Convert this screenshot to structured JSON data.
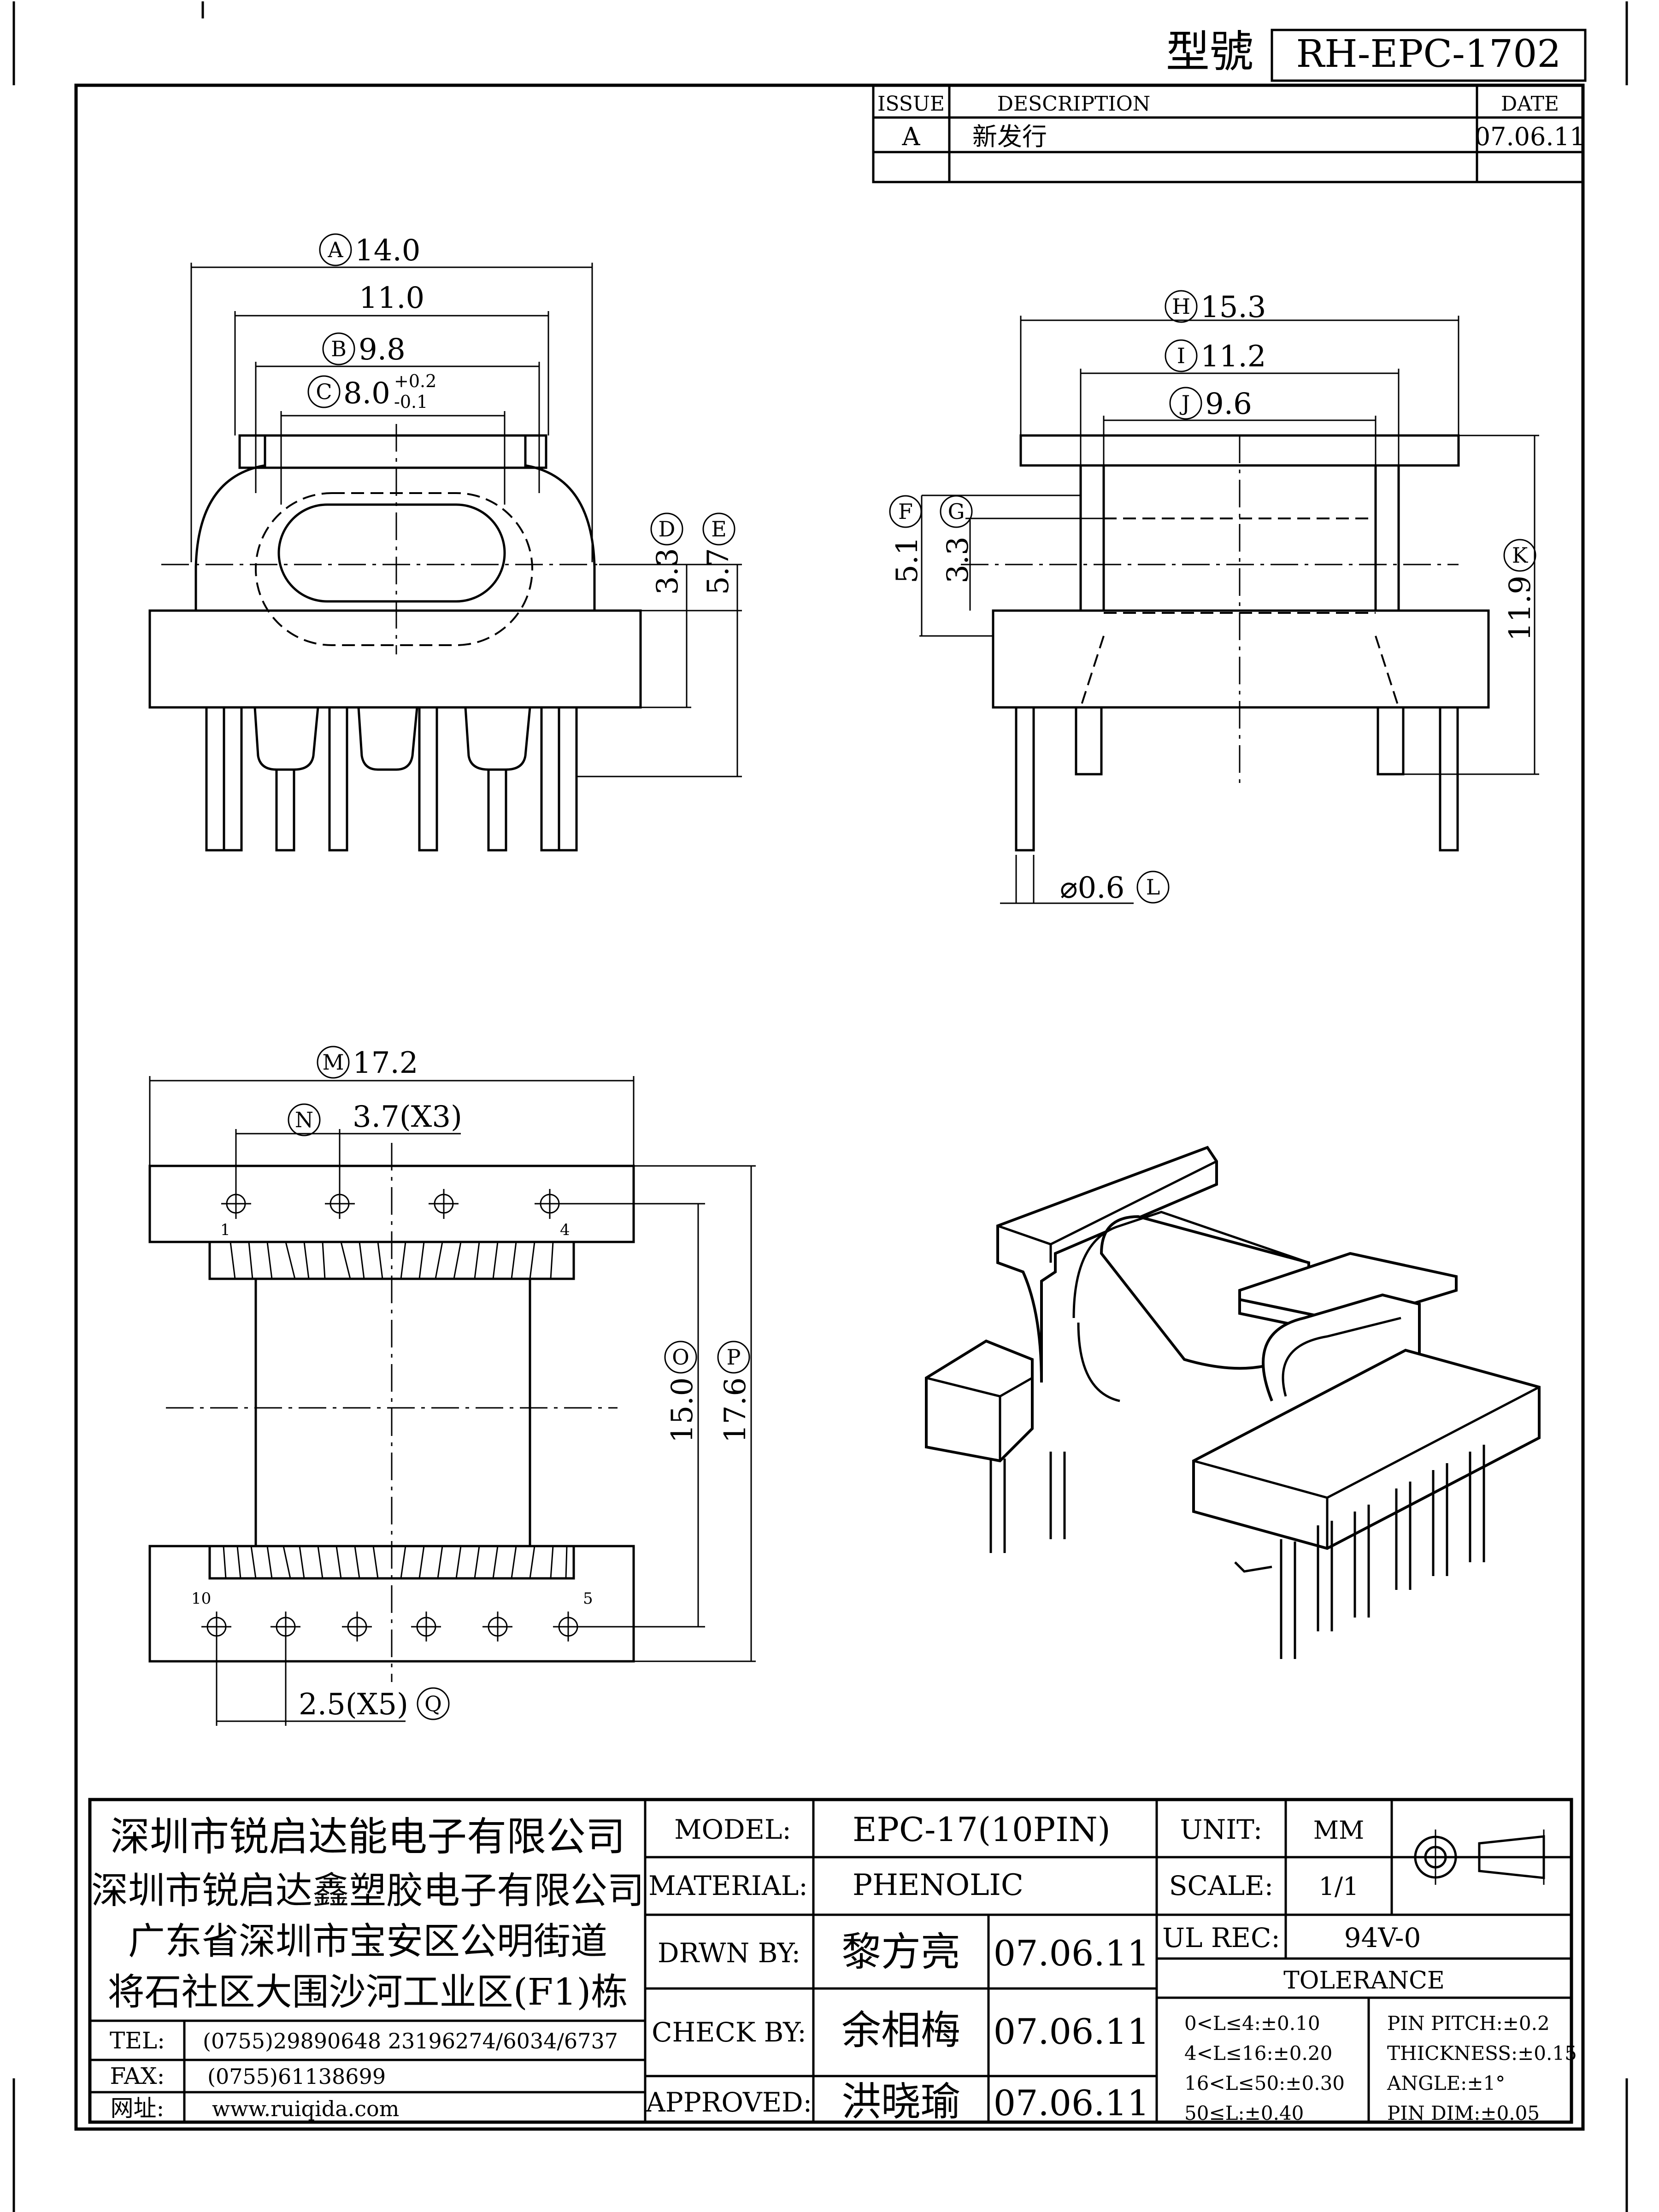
{
  "header": {
    "model_label": "型號",
    "model_number": "RH-EPC-1702"
  },
  "revision_table": {
    "headers": [
      "ISSUE",
      "DESCRIPTION",
      "DATE"
    ],
    "rows": [
      {
        "issue": "A",
        "description": "新发行",
        "date": "07.06.11"
      }
    ]
  },
  "views": {
    "front": {
      "dim_a": "14.0",
      "dim_a_tag": "A",
      "dim_11": "11.0",
      "dim_b": "9.8",
      "dim_b_tag": "B",
      "dim_c": "8.0",
      "dim_c_tag": "C",
      "dim_c_tol_plus": "+0.2",
      "dim_c_tol_minus": "-0.1",
      "dim_d": "3.3",
      "dim_d_tag": "D",
      "dim_e": "5.7",
      "dim_e_tag": "E"
    },
    "side": {
      "dim_h": "15.3",
      "dim_h_tag": "H",
      "dim_i": "11.2",
      "dim_i_tag": "I",
      "dim_j": "9.6",
      "dim_j_tag": "J",
      "dim_f": "5.1",
      "dim_f_tag": "F",
      "dim_g": "3.3",
      "dim_g_tag": "G",
      "dim_k": "11.9",
      "dim_k_tag": "K",
      "dim_l": "⌀0.6",
      "dim_l_tag": "L"
    },
    "bottom": {
      "dim_m": "17.2",
      "dim_m_tag": "M",
      "dim_n": "3.7(X3)",
      "dim_n_tag": "N",
      "dim_o": "15.0",
      "dim_o_tag": "O",
      "dim_p": "17.6",
      "dim_p_tag": "P",
      "dim_q": "2.5(X5)",
      "dim_q_tag": "Q",
      "pin_labels": {
        "p1": "1",
        "p4": "4",
        "p10": "10",
        "p5": "5"
      }
    }
  },
  "title_block": {
    "company_lines": [
      "深圳市锐启达能电子有限公司",
      "深圳市锐启达鑫塑胶电子有限公司",
      "广东省深圳市宝安区公明街道",
      "将石社区大围沙河工业区(F1)栋"
    ],
    "tel_label": "TEL:",
    "tel_value": "(0755)29890648  23196274/6034/6737",
    "fax_label": "FAX:",
    "fax_value": "(0755)61138699",
    "web_label": "网址:",
    "web_value": "www.ruiqida.com",
    "model_label": "MODEL:",
    "model_value": "EPC-17(10PIN)",
    "material_label": "MATERIAL:",
    "material_value": "PHENOLIC",
    "drawn_label": "DRWN BY:",
    "drawn_name": "黎方亮",
    "drawn_date": "07.06.11",
    "check_label": "CHECK BY:",
    "check_name": "余相梅",
    "check_date": "07.06.11",
    "approved_label": "APPROVED:",
    "approved_name": "洪晓瑜",
    "approved_date": "07.06.11",
    "unit_label": "UNIT:",
    "unit_value": "MM",
    "scale_label": "SCALE:",
    "scale_value": "1/1",
    "ul_label": "UL REC:",
    "ul_value": "94V-0",
    "tolerance_label": "TOLERANCE",
    "tolerance_left": [
      "0<L≤4:±0.10",
      "4<L≤16:±0.20",
      "16<L≤50:±0.30",
      "50≤L:±0.40"
    ],
    "tolerance_right": [
      "PIN PITCH:±0.2",
      "THICKNESS:±0.15",
      "ANGLE:±1°",
      "PIN DIM:±0.05"
    ]
  }
}
